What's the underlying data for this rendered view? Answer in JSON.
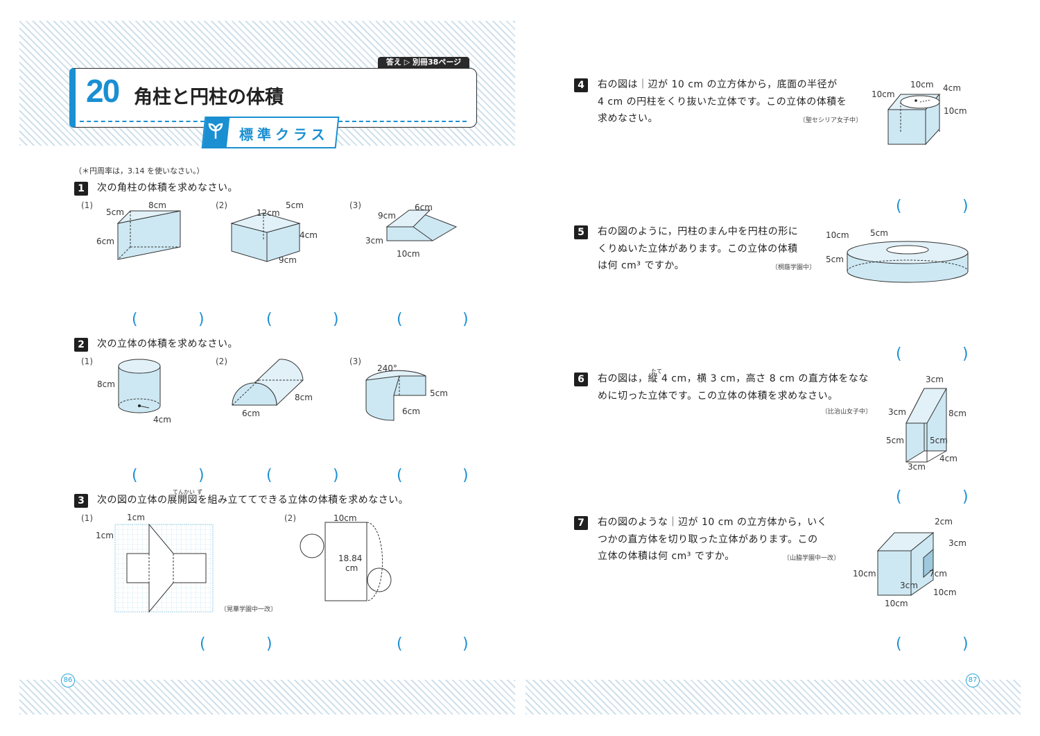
{
  "header": {
    "chapter_number": "20",
    "chapter_title": "角柱と円柱の体積",
    "answer_ref": "答え ▷ 別冊38ページ",
    "class_label": "標準クラス"
  },
  "note": "（＊円周率は，3.14 を使いなさい。）",
  "left_questions": [
    {
      "num": "1",
      "text": "次の角柱の体積を求めなさい。",
      "subs": [
        "(1)",
        "(2)",
        "(3)"
      ]
    },
    {
      "num": "2",
      "text": "次の立体の体積を求めなさい。",
      "subs": [
        "(1)",
        "(2)",
        "(3)"
      ]
    },
    {
      "num": "3",
      "text_before": "次の図の立体の",
      "text_kanji": "展開図",
      "text_after": "を組み立ててできる立体の体積を求めなさい。",
      "ruby_tenkai": "てんかい",
      "ruby_zu": "ず",
      "subs": [
        "(1)",
        "(2)"
      ],
      "source": "〔晃華学園中一改〕"
    }
  ],
  "right_questions": [
    {
      "num": "4",
      "lines": [
        "右の図は｜辺が 10 cm の立方体から，底面の半径が",
        "4 cm の円柱をくり抜いた立体です。この立体の体積を",
        "求めなさい。"
      ],
      "source": "〔聖セシリア女子中〕"
    },
    {
      "num": "5",
      "lines": [
        "右の図のように，円柱のまん中を円柱の形に",
        "くりぬいた立体があります。この立体の体積",
        "は何 cm³ ですか。"
      ],
      "source": "〔桐蔭学園中〕"
    },
    {
      "num": "6",
      "lines": [
        "右の図は，縦 4 cm，横 3 cm，高さ 8 cm の直方体をなな",
        "めに切った立体です。この立体の体積を求めなさい。"
      ],
      "ruby_tate": "たて",
      "source": "〔比治山女子中〕"
    },
    {
      "num": "7",
      "lines": [
        "右の図のような｜辺が 10 cm の立方体から，いく",
        "つかの直方体を切り取った立体があります。この",
        "立体の体積は何 cm³ ですか。"
      ],
      "source": "〔山脇学園中一改〕"
    }
  ],
  "answer_paren_open": "(",
  "answer_paren_close": ")",
  "figure_labels": {
    "q1_1": [
      "5cm",
      "8cm",
      "6cm"
    ],
    "q1_2": [
      "12cm",
      "5cm",
      "4cm",
      "9cm"
    ],
    "q1_3": [
      "9cm",
      "6cm",
      "3cm",
      "10cm"
    ],
    "q2_1": [
      "8cm",
      "4cm"
    ],
    "q2_2": [
      "8cm",
      "6cm"
    ],
    "q2_3": [
      "240°",
      "5cm",
      "6cm"
    ],
    "q3_1": [
      "1cm",
      "1cm"
    ],
    "q3_2": [
      "10cm",
      "18.84",
      "cm"
    ],
    "q4": [
      "10cm",
      "4cm",
      "10cm",
      "10cm"
    ],
    "q5": [
      "10cm",
      "5cm",
      "5cm"
    ],
    "q6": [
      "3cm",
      "3cm",
      "8cm",
      "5cm",
      "5cm",
      "4cm",
      "3cm"
    ],
    "q7": [
      "2cm",
      "3cm",
      "10cm",
      "3cm",
      "7cm",
      "10cm",
      "10cm"
    ]
  },
  "page_numbers": {
    "left": "86",
    "right": "87"
  }
}
